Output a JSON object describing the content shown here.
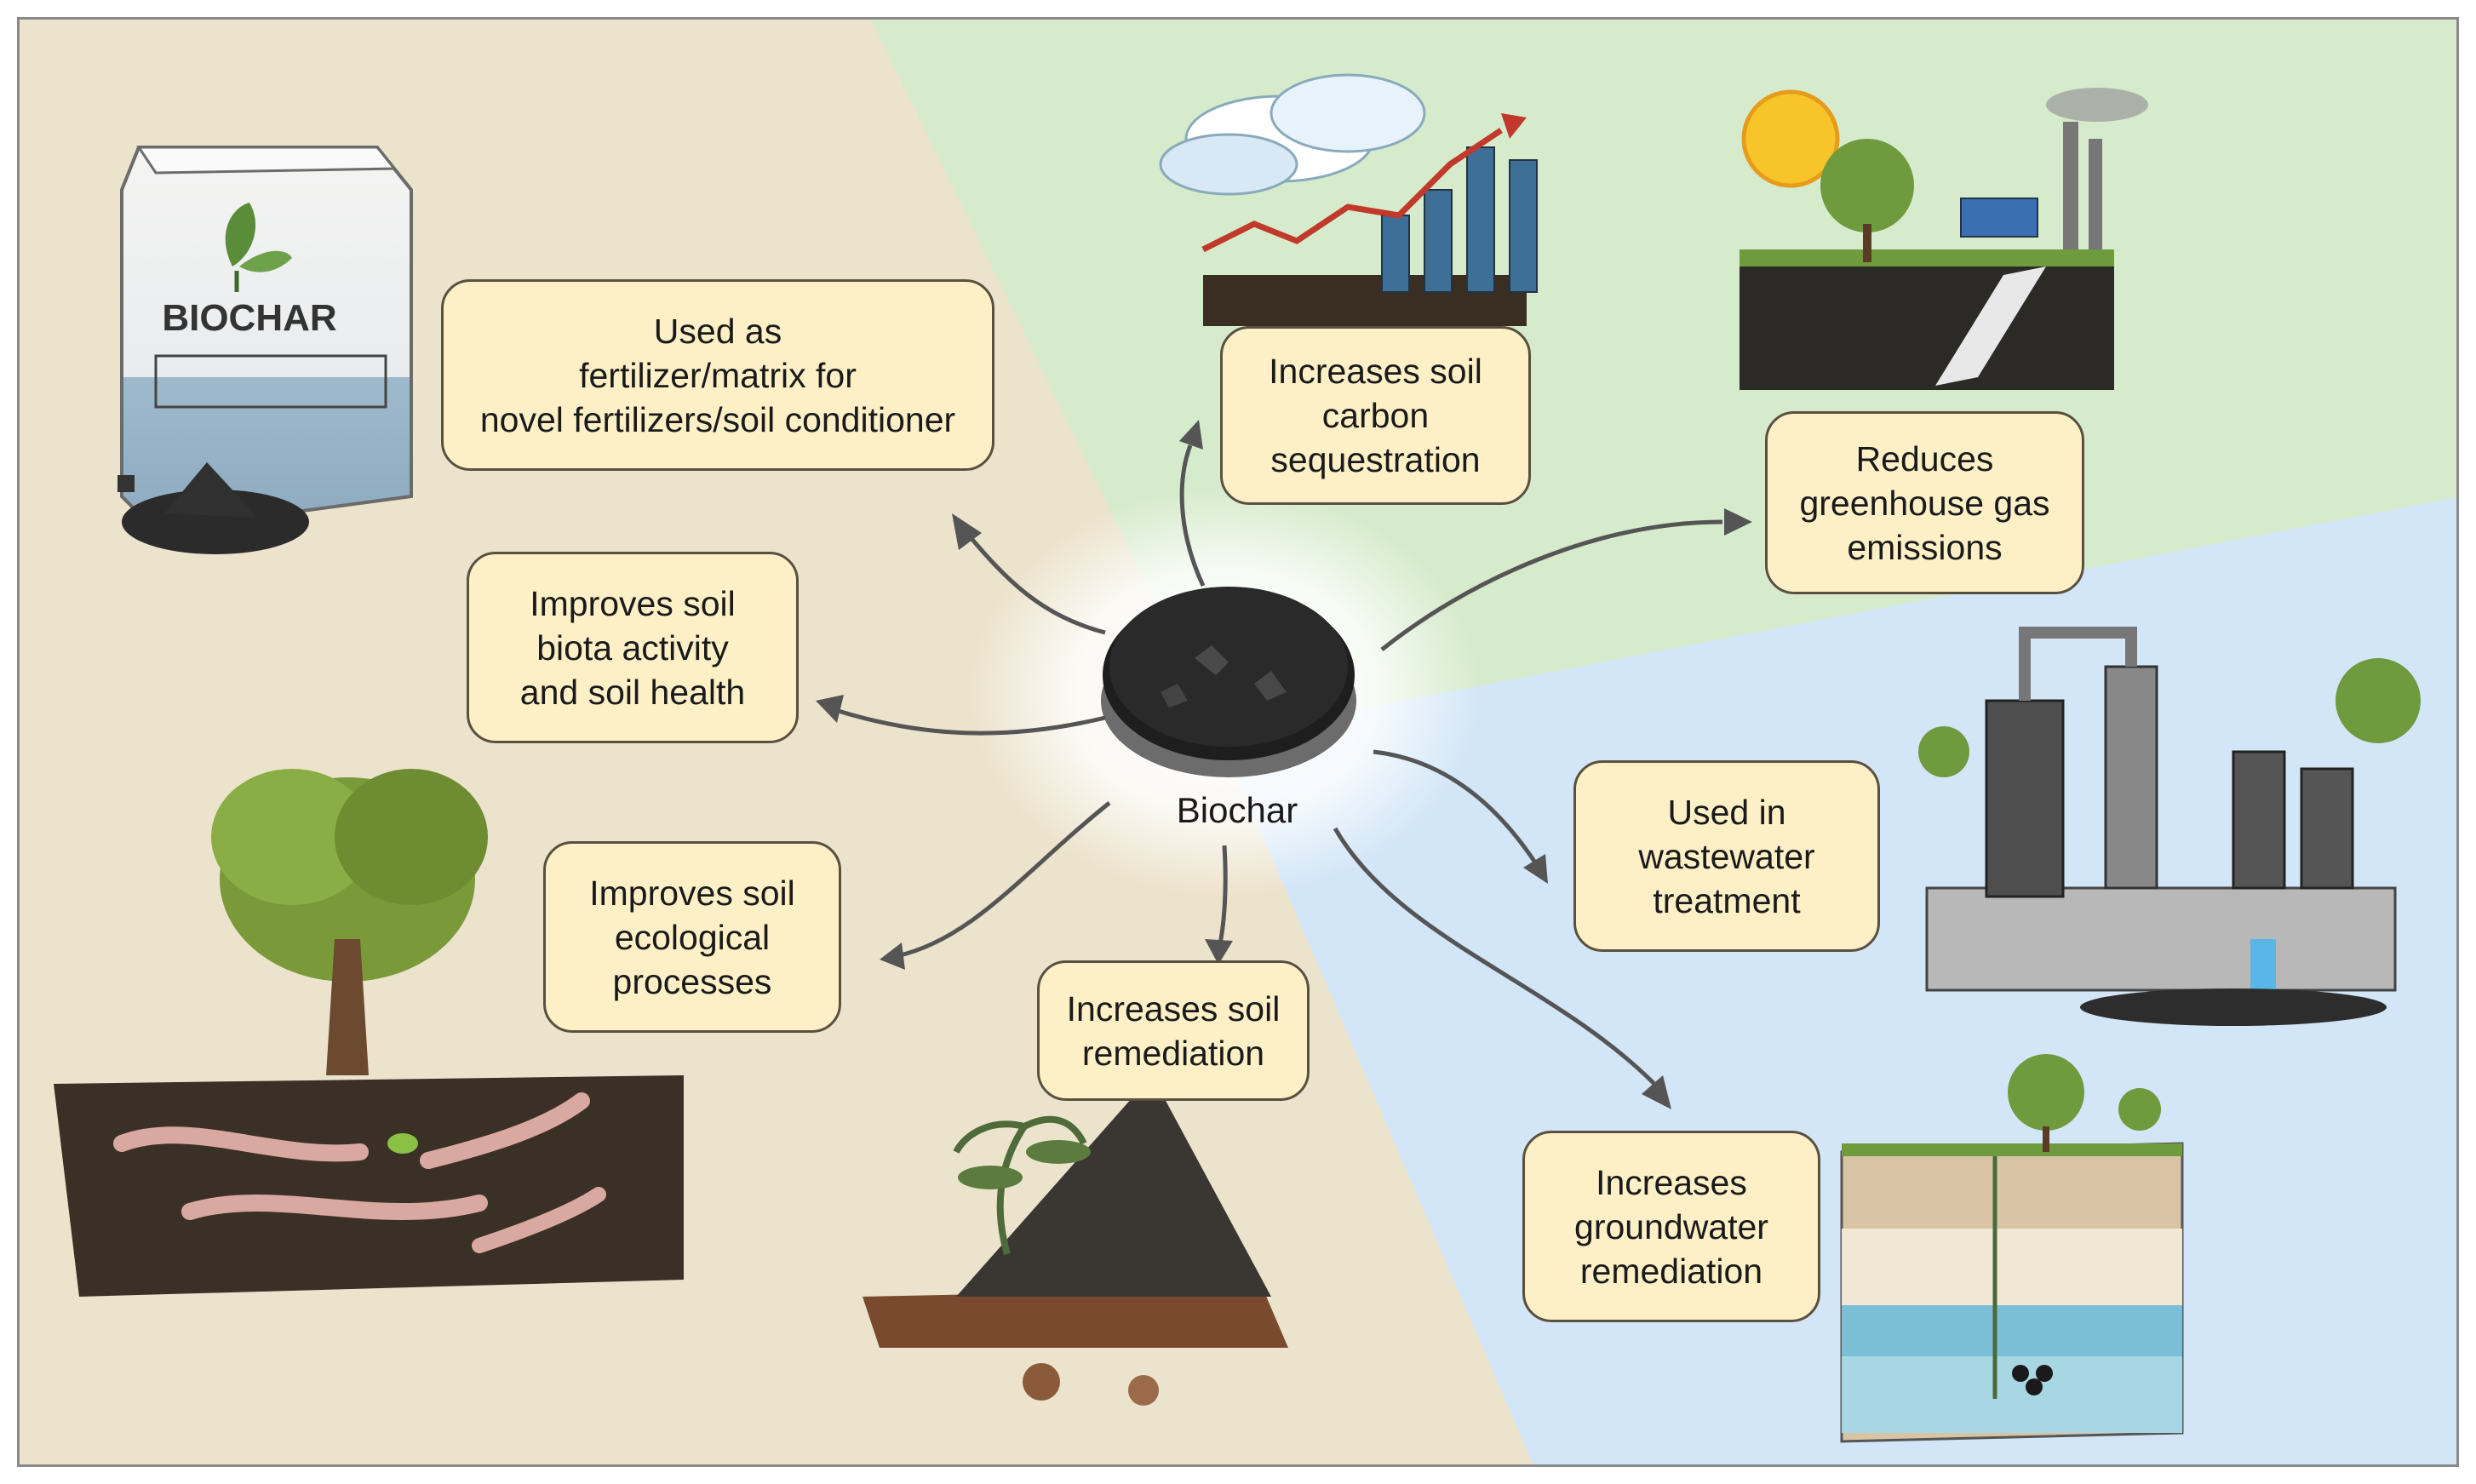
{
  "center": {
    "label": "Biochar"
  },
  "bag": {
    "label": "BIOCHAR"
  },
  "benefits": [
    {
      "id": "fertilizer",
      "text": "Used as\nfertilizer/matrix for\nnovel fertilizers/soil conditioner"
    },
    {
      "id": "biota",
      "text": "Improves soil\nbiota activity\nand soil health"
    },
    {
      "id": "ecological",
      "text": "Improves soil\necological\nprocesses"
    },
    {
      "id": "remediation",
      "text": "Increases soil\nremediation"
    },
    {
      "id": "carbon",
      "text": "Increases soil\ncarbon\nsequestration"
    },
    {
      "id": "ghg",
      "text": "Reduces\ngreenhouse gas\nemissions"
    },
    {
      "id": "wastewater",
      "text": "Used in\nwastewater\ntreatment"
    },
    {
      "id": "groundwater",
      "text": "Increases\ngroundwater\nremediation"
    }
  ],
  "colors": {
    "soil_region": "#ece3cc",
    "climate_region": "#d6ebcc",
    "water_region": "#d3e6f7",
    "box_fill": "#fdf0c6",
    "arrow": "#555555"
  }
}
